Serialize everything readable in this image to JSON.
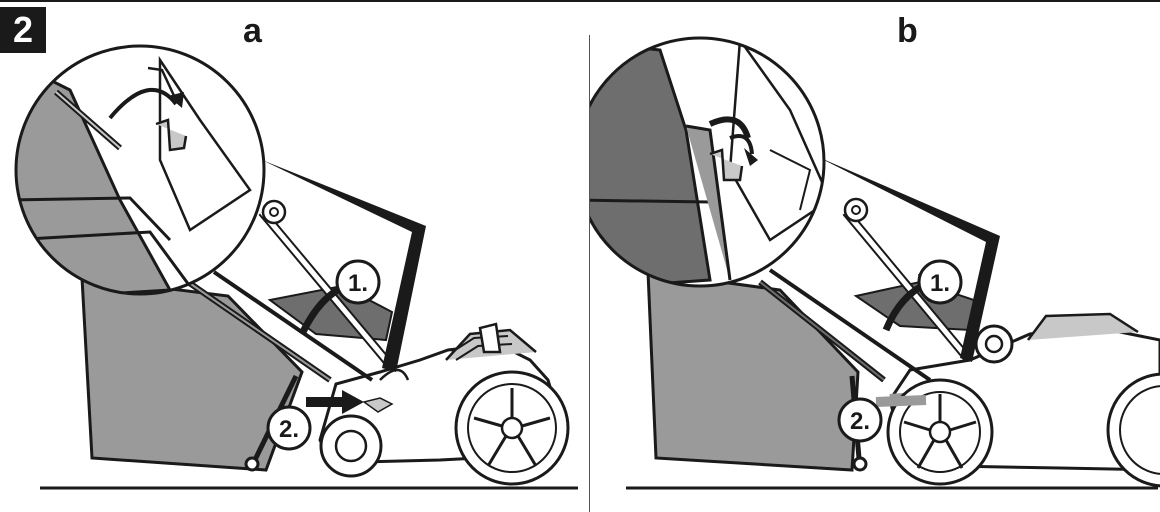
{
  "figure": {
    "number": "2"
  },
  "panels": [
    {
      "label": "a",
      "steps": [
        "1.",
        "2."
      ]
    },
    {
      "label": "b",
      "steps": [
        "1.",
        "2."
      ]
    }
  ],
  "colors": {
    "ink": "#1a1a1a",
    "grey_dark": "#6e6e6e",
    "grey_mid": "#9a9a9a",
    "grey_light": "#c8c8c8",
    "paper": "#ffffff"
  }
}
